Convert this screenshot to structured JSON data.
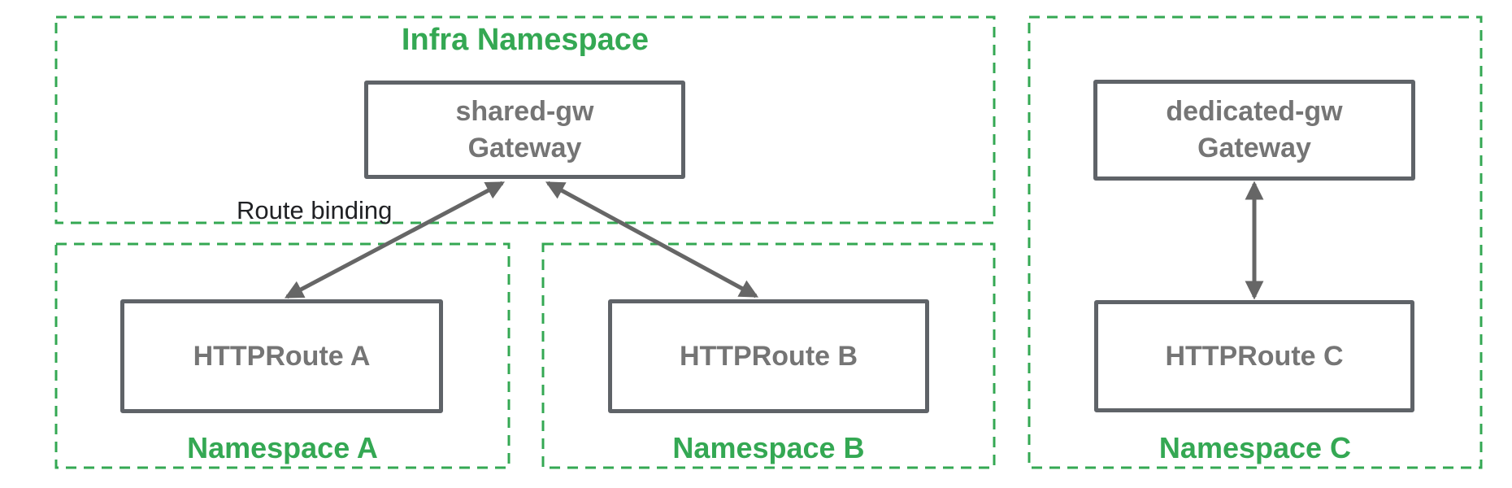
{
  "colors": {
    "green": "#34A853",
    "gray_border": "#5F6368",
    "gray_text": "#757575",
    "black_text": "#202124",
    "arrow": "#666666",
    "bg": "#FFFFFF"
  },
  "namespaces": {
    "infra": {
      "label": "Infra Namespace"
    },
    "a": {
      "label": "Namespace A"
    },
    "b": {
      "label": "Namespace B"
    },
    "c": {
      "label": "Namespace C"
    }
  },
  "nodes": {
    "shared_gw": {
      "line1": "shared-gw",
      "line2": "Gateway"
    },
    "dedicated_gw": {
      "line1": "dedicated-gw",
      "line2": "Gateway"
    },
    "route_a": {
      "label": "HTTPRoute A"
    },
    "route_b": {
      "label": "HTTPRoute B"
    },
    "route_c": {
      "label": "HTTPRoute C"
    }
  },
  "annotations": {
    "route_binding": "Route binding"
  }
}
